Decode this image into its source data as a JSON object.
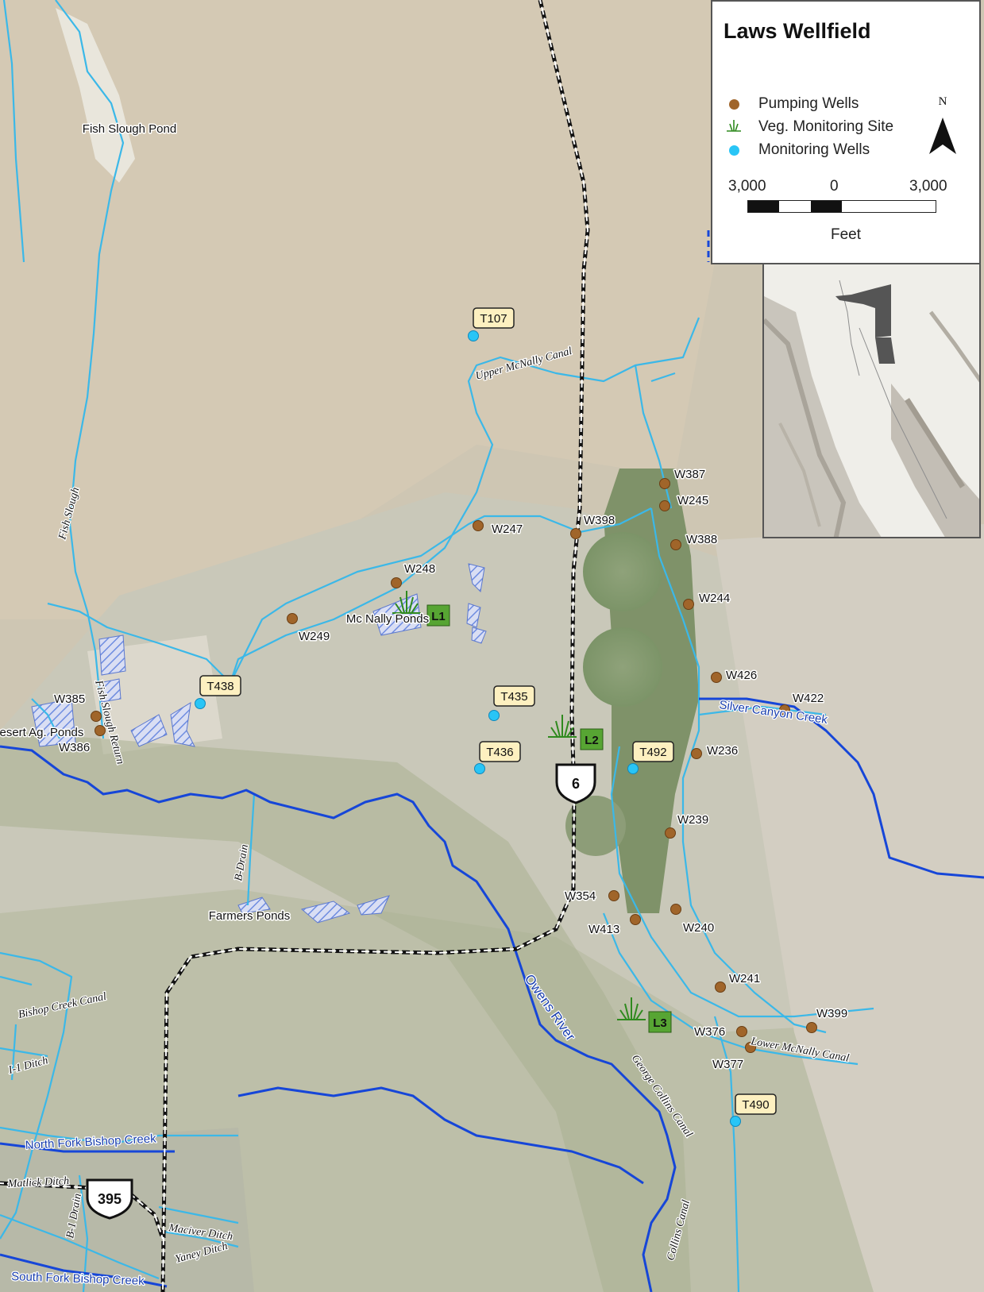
{
  "title": "Laws Wellfield",
  "legend": {
    "items": [
      {
        "label": "Pumping Wells",
        "symbol": "brown-dot-icon",
        "color": "#a0652a"
      },
      {
        "label": "Veg. Monitoring Site",
        "symbol": "grass-icon",
        "color": "#2f8a1e"
      },
      {
        "label": "Monitoring Wells",
        "symbol": "cyan-dot-icon",
        "color": "#29c5f6"
      }
    ],
    "north": "N",
    "scale": {
      "left": "3,000",
      "middle": "0",
      "right": "3,000",
      "unit": "Feet"
    }
  },
  "colors": {
    "canal": "#3bb8e8",
    "river": "#1646d8",
    "pond_hatch": "#7a96e0",
    "road": "#111111",
    "well_label_bg": "#fdf0c0",
    "veg_label_bg": "#57a533",
    "terrain": "#cdc5b4"
  },
  "pumping_wells": [
    {
      "label": "W387"
    },
    {
      "label": "W245"
    },
    {
      "label": "W388"
    },
    {
      "label": "W247"
    },
    {
      "label": "W398"
    },
    {
      "label": "W248"
    },
    {
      "label": "W244"
    },
    {
      "label": "W249"
    },
    {
      "label": "W426"
    },
    {
      "label": "W422"
    },
    {
      "label": "W385"
    },
    {
      "label": "W386"
    },
    {
      "label": "W236"
    },
    {
      "label": "W239"
    },
    {
      "label": "W354"
    },
    {
      "label": "W413"
    },
    {
      "label": "W240"
    },
    {
      "label": "W241"
    },
    {
      "label": "W399"
    },
    {
      "label": "W376"
    },
    {
      "label": "W377"
    }
  ],
  "monitoring_wells": [
    {
      "label": "T107"
    },
    {
      "label": "T438"
    },
    {
      "label": "T435"
    },
    {
      "label": "T436"
    },
    {
      "label": "T492"
    },
    {
      "label": "T490"
    }
  ],
  "veg_sites": [
    {
      "label": "L1"
    },
    {
      "label": "L2"
    },
    {
      "label": "L3"
    }
  ],
  "place_labels": [
    "Fish Slough Pond",
    "Mc Nally Ponds",
    "Desert Ag. Ponds",
    "Farmers Ponds"
  ],
  "water_labels": [
    "Fish Slough",
    "Upper McNally Canal",
    "Fish Slough Return",
    "Silver Canyon Creek",
    "B-Drain",
    "Owens River",
    "George Collins Canal",
    "Lower McNally Canal",
    "Bishop Creek Canal",
    "I-1 Ditch",
    "North Fork Bishop Creek",
    "Matlick Ditch",
    "B-1 Drain",
    "Maciver Ditch",
    "Yaney Ditch",
    "South Fork Bishop Creek",
    "Collins Canal"
  ],
  "highways": [
    {
      "label": "6"
    },
    {
      "label": "395"
    }
  ]
}
